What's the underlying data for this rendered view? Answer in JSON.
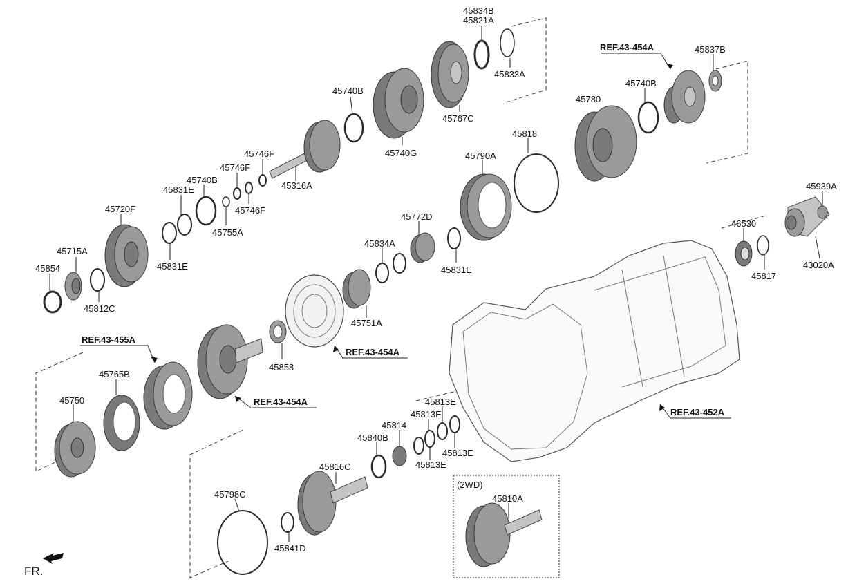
{
  "labels": {
    "p45834B": "45834B",
    "p45821A": "45821A",
    "p45833A": "45833A",
    "p45767C": "45767C",
    "p45740B_top": "45740B",
    "p45740G": "45740G",
    "p45746F_1": "45746F",
    "p45746F_2": "45746F",
    "p45746F_3": "45746F",
    "p45316A": "45316A",
    "p45740B_mid": "45740B",
    "p45831E_1": "45831E",
    "p45755A": "45755A",
    "p45720F": "45720F",
    "p45831E_2": "45831E",
    "p45715A": "45715A",
    "p45854": "45854",
    "p45812C": "45812C",
    "p45837B": "45837B",
    "p45740B_right": "45740B",
    "p45780": "45780",
    "p45818": "45818",
    "p45790A": "45790A",
    "p45772D": "45772D",
    "p45834A": "45834A",
    "p45831E_3": "45831E",
    "p45751A": "45751A",
    "p45858": "45858",
    "p45939A": "45939A",
    "p46530": "46530",
    "p45817": "45817",
    "p43020A": "43020A",
    "p45765B": "45765B",
    "p45750": "45750",
    "p45813E_1": "45813E",
    "p45813E_2": "45813E",
    "p45814": "45814",
    "p45840B": "45840B",
    "p45813E_3": "45813E",
    "p45813E_4": "45813E",
    "p45816C": "45816C",
    "p45798C": "45798C",
    "p45841D": "45841D",
    "p45810A": "45810A"
  },
  "refs": {
    "ref_top_right": "REF.43-454A",
    "ref_455A": "REF.43-455A",
    "ref_drum_mid": "REF.43-454A",
    "ref_hub": "REF.43-454A",
    "ref_case": "REF.43-452A"
  },
  "inset_box_label": "(2WD)",
  "direction_label": "FR."
}
